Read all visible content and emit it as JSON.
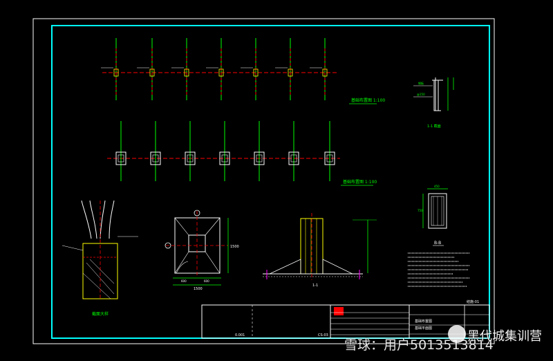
{
  "drawing": {
    "plan_upper_title": "基础布置图 1:100",
    "plan_lower_title": "基础布置图 1:100",
    "section_tl_title": "截面大样",
    "section_tr_label": "1-1 截面",
    "detail_b_label": "B-B",
    "section_11_label": "1-1",
    "dim_plan_width": "1500",
    "dim_plan_height": "1500",
    "dim_plan_left": "600",
    "dim_plan_right": "600",
    "dim_b_top": "450",
    "dim_b_side": "750",
    "title_block_code": "0.001",
    "title_block_sheet": "CS-03",
    "title_block_proj": "基础布置图",
    "title_block_name": "基础平面图",
    "title_block_no": "结施-01"
  },
  "accent_colors": {
    "border": "#00ffff",
    "axis": "#00ff00",
    "center": "#ff0000",
    "line": "#ffffff",
    "yellow": "#ffff00",
    "magenta": "#ff00ff"
  },
  "watermark": {
    "text": "雪球：用户5013513814",
    "brand": "黑代城集训营"
  }
}
